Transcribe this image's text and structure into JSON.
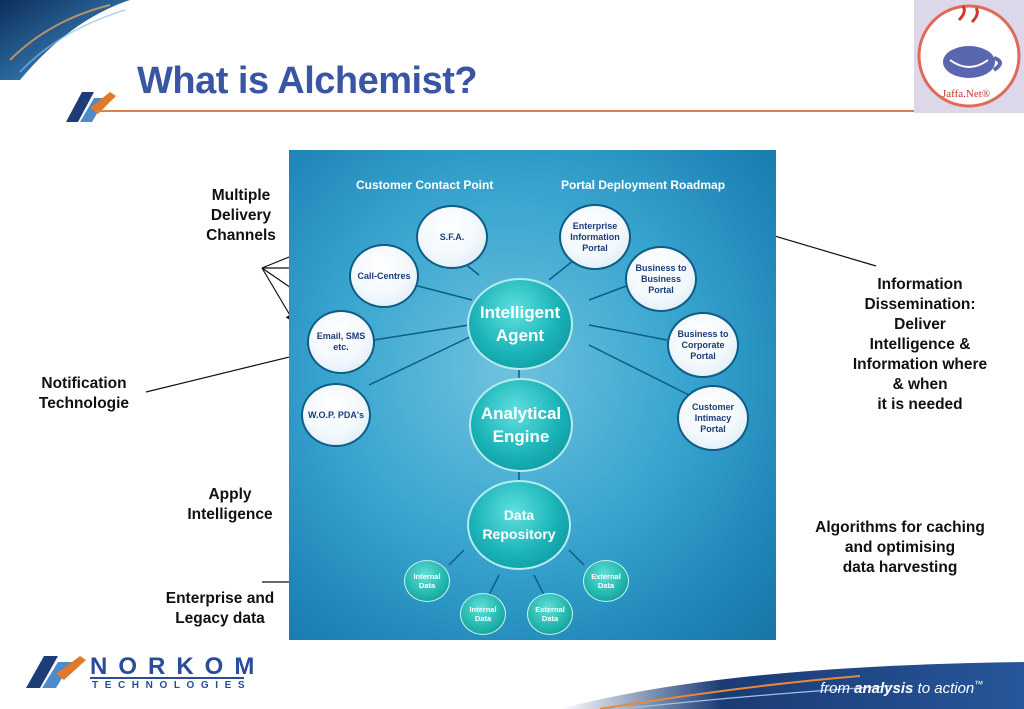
{
  "slide": {
    "title": "What is Alchemist?",
    "jaffa_logo_text": "Jaffa.Net®",
    "norkom_name": "NORKOM",
    "norkom_sub": "TECHNOLOGIES",
    "tagline_pre": "from ",
    "tagline_bold": "analysis",
    "tagline_post": " to action",
    "tagline_tm": "™"
  },
  "annotations": {
    "multiple_delivery": [
      "Multiple",
      "Delivery",
      "Channels"
    ],
    "notification": [
      "Notification",
      "Technologie"
    ],
    "apply_intelligence": [
      "Apply",
      "Intelligence"
    ],
    "enterprise_legacy": [
      "Enterprise and",
      "Legacy data"
    ],
    "information_dissemination": [
      "Information",
      "Dissemination:",
      "Deliver",
      "Intelligence &",
      "Information where",
      "& when",
      "it is needed"
    ],
    "algorithms": [
      "Algorithms for caching",
      "and optimising",
      "data harvesting"
    ]
  },
  "diagram": {
    "header_left": "Customer Contact Point",
    "header_right": "Portal Deployment Roadmap",
    "left_nodes": [
      "S.F.A.",
      "Call-Centres",
      "Email, SMS etc.",
      "W.O.P. PDA's"
    ],
    "right_nodes": [
      "Enterprise Information Portal",
      "Business to Business Portal",
      "Business to Corporate Portal",
      "Customer Intimacy Portal"
    ],
    "core": {
      "agent": [
        "Intelligent",
        "Agent"
      ],
      "engine": [
        "Analytical",
        "Engine"
      ],
      "repository": [
        "Data",
        "Repository"
      ]
    },
    "data_sources": {
      "internal_left": [
        "Internal",
        "Data"
      ],
      "internal_bottom": [
        "Internal",
        "Data"
      ],
      "external_bottom": [
        "External",
        "Data"
      ],
      "external_right": [
        "External",
        "Data"
      ]
    }
  },
  "colors": {
    "title": "#3a55a4",
    "accent_line": "#d9854a",
    "panel": "#3aa6d0",
    "core": "#19b2b6",
    "norkom": "#2a4c9a"
  }
}
